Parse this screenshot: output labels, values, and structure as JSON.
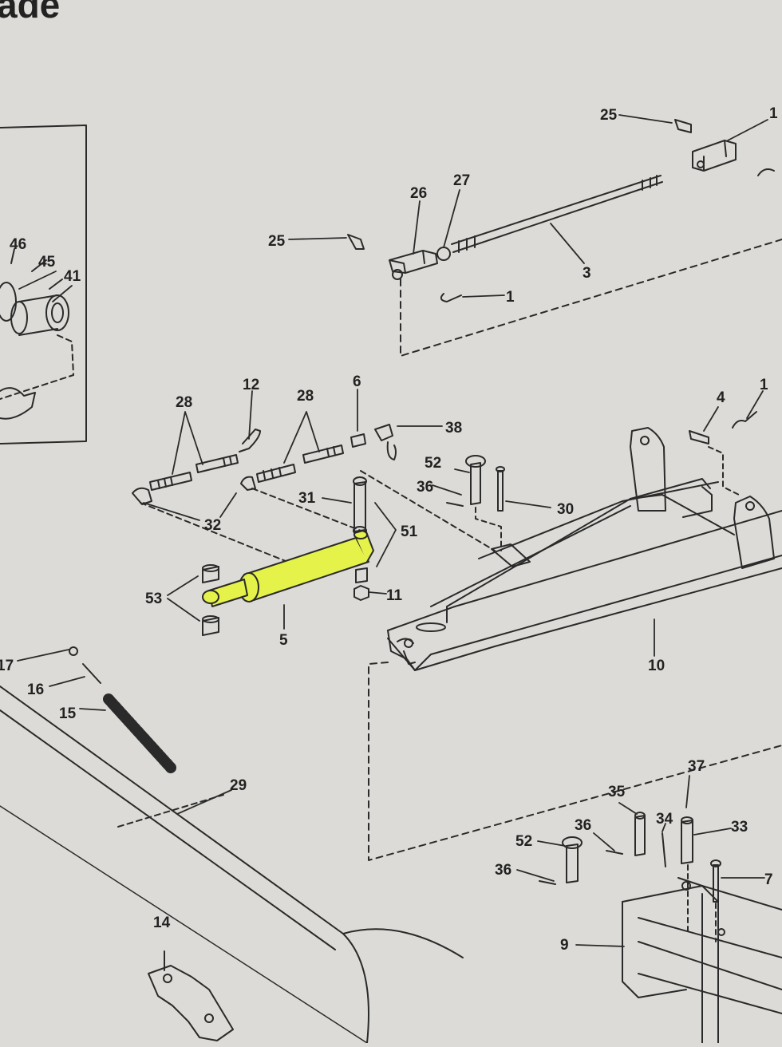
{
  "page": {
    "header_fragment": "ade",
    "paper_color": "#dcdbd7",
    "ink_color": "#2a2a2a",
    "highlight_color": "#e4f24a"
  },
  "diagram": {
    "highlighted_part": "5",
    "callouts": {
      "c1a": "1",
      "c1b": "1",
      "c3": "3",
      "c4": "4",
      "c5": "5",
      "c6": "6",
      "c7": "7",
      "c9": "9",
      "c10": "10",
      "c11": "11",
      "c12": "12",
      "c14": "14",
      "c15": "15",
      "c16": "16",
      "c17": "17",
      "c25a": "25",
      "c25b": "25",
      "c26": "26",
      "c27": "27",
      "c28a": "28",
      "c28b": "28",
      "c29": "29",
      "c30": "30",
      "c31": "31",
      "c32": "32",
      "c33": "33",
      "c34": "34",
      "c35": "35",
      "c36a": "36",
      "c36b": "36",
      "c36c": "36",
      "c37": "37",
      "c38": "38",
      "c41": "41",
      "c45": "45",
      "c46": "46",
      "c51": "51",
      "c52a": "52",
      "c52b": "52",
      "c53": "53"
    }
  }
}
